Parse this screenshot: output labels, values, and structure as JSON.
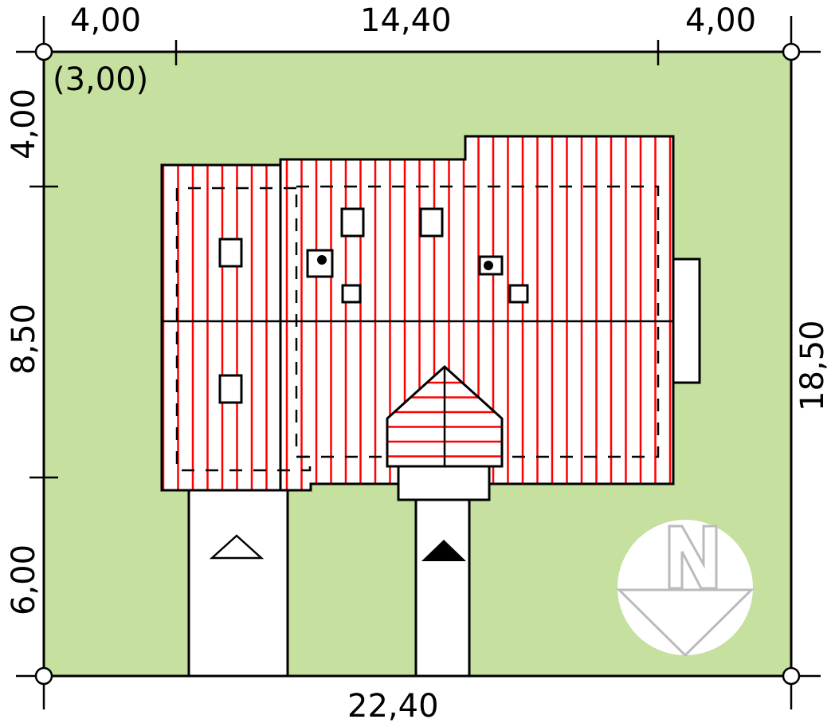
{
  "dimensions": {
    "top_left": "4,00",
    "top_middle": "14,40",
    "top_right": "4,00",
    "top_left_alt": "(3,00)",
    "left_top": "4,00",
    "left_middle": "8,50",
    "left_bottom": "6,00",
    "right": "18,50",
    "bottom": "22,40"
  },
  "colors": {
    "plot": "#c6e0a0",
    "roof_lines": "#ff0000",
    "outline": "#000000"
  },
  "compass": {
    "label": "N"
  }
}
